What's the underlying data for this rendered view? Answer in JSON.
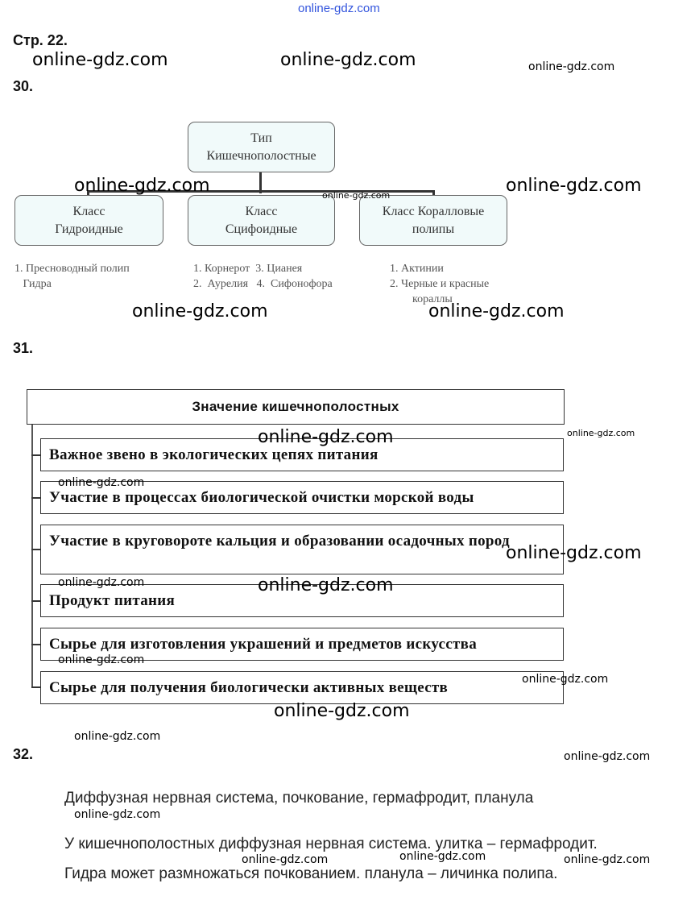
{
  "top_link": "online-gdz.com",
  "page_label": "Стр. 22.",
  "watermark": "online-gdz.com",
  "task30": {
    "number": "30.",
    "root": [
      "Тип",
      "Кишечнополостные"
    ],
    "classes": [
      {
        "title": [
          "Класс",
          "Гидроидные"
        ],
        "items": "1. Пресноводный полип\n   Гидра"
      },
      {
        "title": [
          "Класс",
          "Сцифоидные"
        ],
        "items": "1. Корнерот  3. Цианея\n2.  Аурелия   4.  Сифонофора"
      },
      {
        "title": [
          "Класс Коралловые",
          "полипы"
        ],
        "items": "1. Актинии\n2. Черные и красные\n        кораллы"
      }
    ]
  },
  "task31": {
    "number": "31.",
    "header": "Значение кишечнополостных",
    "items": [
      "Важное звено в экологических цепях питания",
      "Участие в процессах биологической очистки морской воды",
      "Участие в круговороте кальция и образовании осадочных пород",
      "Продукт питания",
      "Сырье для изготовления украшений и предметов искусства",
      "Сырье для получения биологически активных веществ"
    ]
  },
  "task32": {
    "number": "32.",
    "lines": [
      "Диффузная нервная система, почкование, гермафродит, планула",
      "У кишечнополостных диффузная нервная система. улитка – гермафродит.",
      "Гидра может размножаться почкованием. планула – личинка полипа."
    ]
  }
}
